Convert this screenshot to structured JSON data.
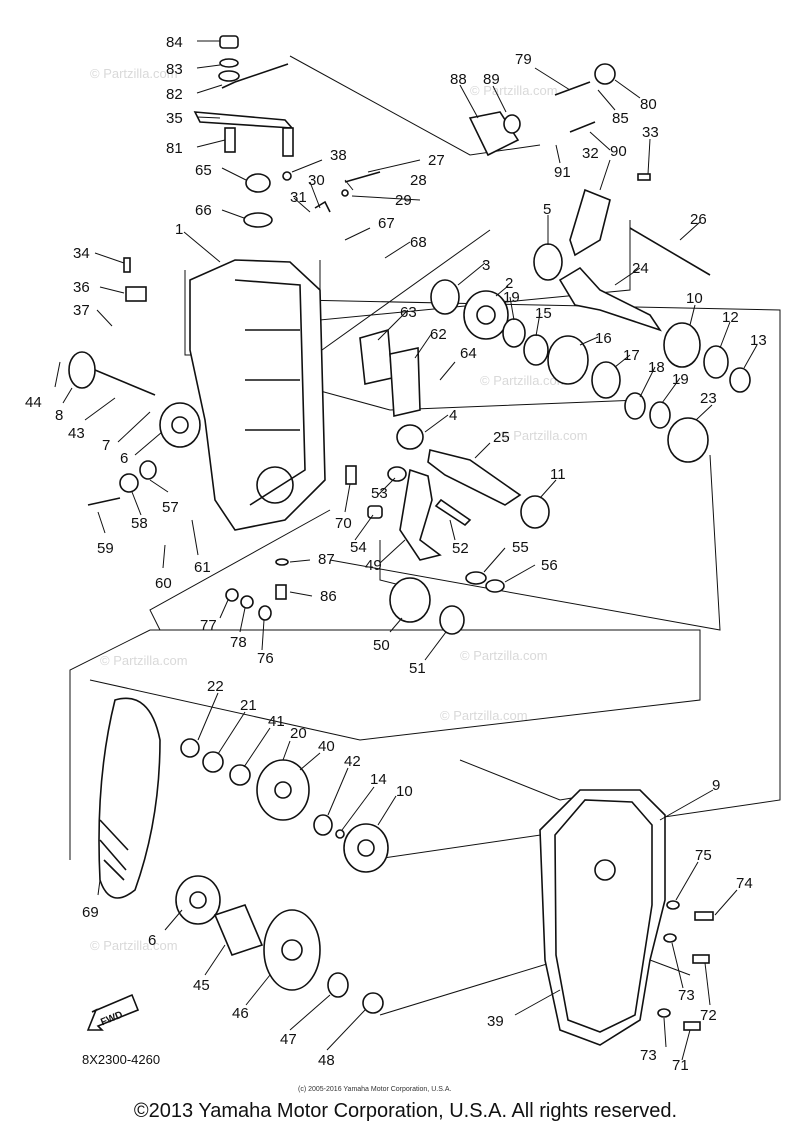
{
  "watermark": "© Partzilla.com",
  "part_numbers": [
    "84",
    "83",
    "82",
    "35",
    "81",
    "65",
    "66",
    "38",
    "27",
    "28",
    "30",
    "29",
    "31",
    "1",
    "34",
    "36",
    "37",
    "44",
    "8",
    "43",
    "7",
    "6",
    "57",
    "58",
    "59",
    "60",
    "61",
    "67",
    "68",
    "63",
    "62",
    "64",
    "5",
    "3",
    "2",
    "19",
    "15",
    "16",
    "17",
    "18",
    "19",
    "24",
    "26",
    "32",
    "33",
    "88",
    "89",
    "79",
    "85",
    "80",
    "90",
    "91",
    "10",
    "12",
    "13",
    "23",
    "4",
    "25",
    "11",
    "53",
    "54",
    "49",
    "52",
    "55",
    "56",
    "70",
    "87",
    "86",
    "77",
    "78",
    "76",
    "50",
    "51",
    "22",
    "21",
    "41",
    "20",
    "40",
    "42",
    "14",
    "10",
    "69",
    "6",
    "45",
    "46",
    "47",
    "48",
    "9",
    "75",
    "74",
    "73",
    "72",
    "73",
    "71",
    "39"
  ],
  "diagram_code": "8X2300-4260",
  "fwd_label": "FWD",
  "small_copyright": "(c) 2005-2016 Yamaha Motor Corporation, U.S.A.",
  "copyright": "©2013 Yamaha Motor Corporation, U.S.A. All rights reserved."
}
